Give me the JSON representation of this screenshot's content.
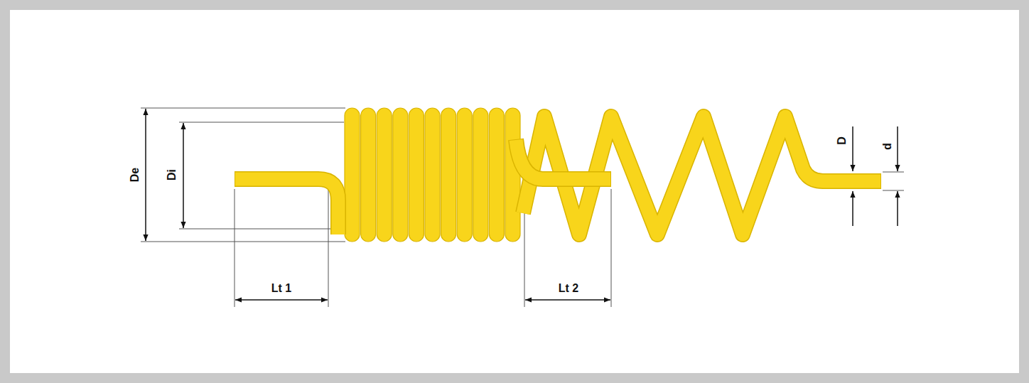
{
  "diagram": {
    "labels": [
      "De",
      "Di",
      "Lt 1",
      "Lt 2",
      "D",
      "d"
    ]
  }
}
